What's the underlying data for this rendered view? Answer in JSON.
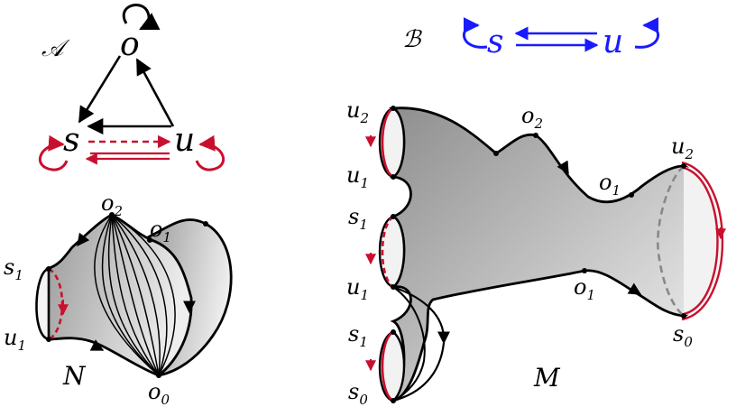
{
  "graph_A": {
    "title": "𝒜",
    "nodes": {
      "o": "o",
      "s": "s",
      "u": "u"
    },
    "colors": {
      "black": "#000000",
      "red": "#c8102e"
    }
  },
  "graph_B": {
    "title": "ℬ",
    "nodes": {
      "s": "s",
      "u": "u"
    },
    "colors": {
      "blue": "#1a1aff"
    }
  },
  "surface_N": {
    "name": "N",
    "labels": {
      "o2": {
        "base": "o",
        "sub": "2"
      },
      "o1": {
        "base": "o",
        "sub": "1"
      },
      "s1": {
        "base": "s",
        "sub": "1"
      },
      "u1": {
        "base": "u",
        "sub": "1"
      },
      "o0": {
        "base": "o",
        "sub": "0"
      }
    }
  },
  "surface_M": {
    "name": "M",
    "labels": {
      "u2_left": {
        "base": "u",
        "sub": "2"
      },
      "u1_top": {
        "base": "u",
        "sub": "1"
      },
      "s1_top": {
        "base": "s",
        "sub": "1"
      },
      "u1_mid": {
        "base": "u",
        "sub": "1"
      },
      "s1_bot": {
        "base": "s",
        "sub": "1"
      },
      "s0_left": {
        "base": "s",
        "sub": "0"
      },
      "o2": {
        "base": "o",
        "sub": "2"
      },
      "o1_top": {
        "base": "o",
        "sub": "1"
      },
      "o1_bot": {
        "base": "o",
        "sub": "1"
      },
      "u2_right": {
        "base": "u",
        "sub": "2"
      },
      "s0_right": {
        "base": "s",
        "sub": "0"
      }
    }
  },
  "colors": {
    "red_boundary": "#c8102e",
    "dashed_gray": "#888888",
    "fill_dark": "#a8a8a8",
    "fill_light": "#f4f4f4"
  }
}
